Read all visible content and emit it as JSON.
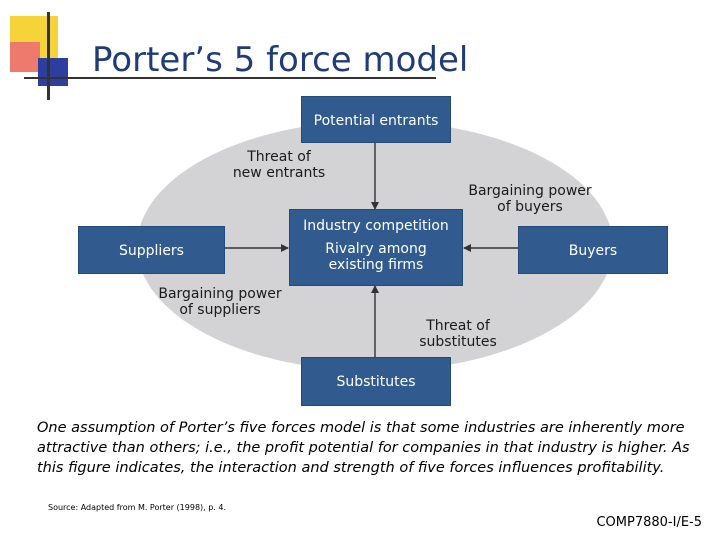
{
  "title": "Porter’s 5 force model",
  "boxes": {
    "potential_entrants": "Potential entrants",
    "industry_competition": "Industry competition",
    "rivalry": [
      "Rivalry among",
      "existing firms"
    ],
    "suppliers": "Suppliers",
    "buyers": "Buyers",
    "substitutes": "Substitutes"
  },
  "forces": {
    "threat_new_entrants": [
      "Threat of",
      "new entrants"
    ],
    "bargaining_buyers": [
      "Bargaining power",
      "of buyers"
    ],
    "bargaining_suppliers": [
      "Bargaining power",
      "of suppliers"
    ],
    "threat_substitutes": [
      "Threat of",
      "substitutes"
    ]
  },
  "caption": "One assumption of Porter’s five forces model is that some industries are inherently more attractive than others; i.e., the profit potential for companies in that industry is higher. As this figure indicates, the interaction and strength of five forces influences profitability.",
  "source": "Source: Adapted from M. Porter (1998), p. 4.",
  "page_id": "COMP7880-I/E-5",
  "colors": {
    "box_fill": "#315b8f",
    "ellipse_fill": "#d3d3d6",
    "title": "#1f3c78",
    "accent_yellow": "#f7d33a",
    "accent_red": "#e8564a",
    "accent_blue": "#2d3f9e"
  }
}
